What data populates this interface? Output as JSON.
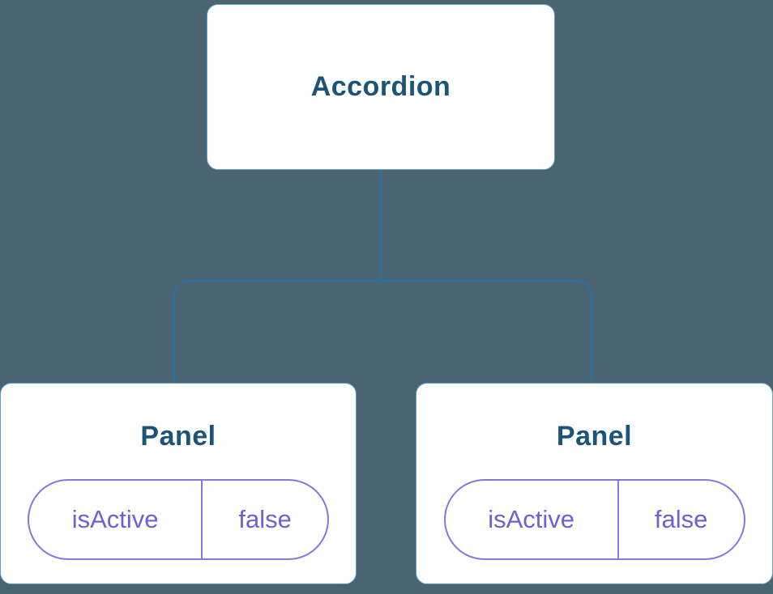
{
  "tree": {
    "root": {
      "label": "Accordion"
    },
    "children": [
      {
        "label": "Panel",
        "props": [
          {
            "name": "isActive",
            "value": "false"
          }
        ]
      },
      {
        "label": "Panel",
        "props": [
          {
            "name": "isActive",
            "value": "false"
          }
        ]
      }
    ]
  },
  "colors": {
    "background": "#4b6472",
    "node_background": "#ffffff",
    "node_border": "#5f9fcd",
    "connector_line": "#2e6f9e",
    "node_text": "#1b5379",
    "prop_text": "#6f5fd4",
    "prop_border": "#8577dd"
  }
}
